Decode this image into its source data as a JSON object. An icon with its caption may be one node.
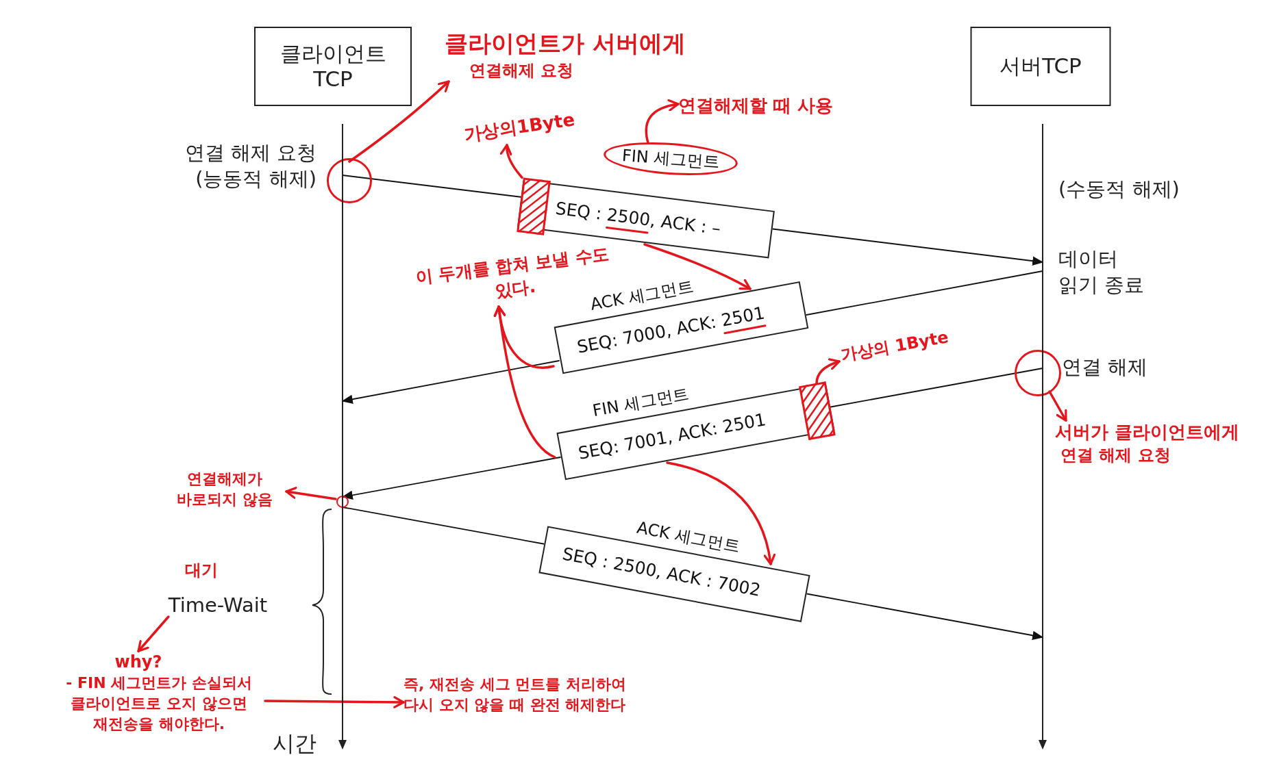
{
  "diagram": {
    "nodes": [
      {
        "text": [
          "클라이언트 TCP"
        ]
      },
      {
        "text": [
          "서버TCP"
        ]
      },
      {
        "text": [],
        "shape": "line"
      },
      {
        "text": [],
        "shape": "line"
      },
      {
        "text": [
          "FIN 세그먼트"
        ]
      },
      {
        "text": [
          "SEQ : 2500, ACK : –"
        ]
      },
      {
        "text": [
          "ACK 세그먼트",
          "SEQ: 7000, ACK: 2501"
        ]
      },
      {
        "text": [
          "FIN 세그먼트",
          "SEQ: 7001, ACK: 2501"
        ]
      },
      {
        "text": [
          "ACK 세그먼트",
          "SEQ : 2500, ACK : 7002"
        ]
      },
      {
        "text": [
          "클라이언트가 서버에게",
          "연결해제 요청"
        ]
      },
      {
        "text": [],
        "shape": "bar",
        "in": 5
      },
      {
        "text": [
          "가상의1Byte"
        ]
      },
      {
        "text": [
          "연결해제할 때 사용"
        ]
      },
      {
        "text": [
          "이 두개를 합쳐 보낼 수도 있다."
        ]
      },
      {
        "text": [],
        "shape": "bar",
        "in": 7
      },
      {
        "text": [
          "가상의 1Byte"
        ]
      },
      {
        "text": [
          "서버가 클라이언트에게",
          "연결 해제 요청"
        ]
      },
      {
        "text": [
          "연결해제가 바로되지 않음"
        ]
      },
      {
        "text": [
          "Time-Wait"
        ]
      },
      {
        "text": [
          "why?",
          "- FIN 세그먼트가 손실되서 클라이언트로 오지 않으면 재전송을 해야한다."
        ]
      },
      {
        "text": [
          "즉, 재전송 세그 먼트를 처리하여 다시 오지 않을 때 완전 해제한다"
        ]
      }
    ],
    "edges": [
      {
        "from": 2,
        "to": 5,
        "arrow": "none",
        "color": "#111111"
      },
      {
        "from": 5,
        "to": 3,
        "arrow": "to",
        "color": "#111111"
      },
      {
        "from": 3,
        "to": 6,
        "arrow": "none",
        "color": "#111111"
      },
      {
        "from": 6,
        "to": 2,
        "arrow": "to",
        "color": "#111111"
      },
      {
        "from": 3,
        "to": 7,
        "arrow": "none",
        "color": "#111111"
      },
      {
        "from": 7,
        "to": 2,
        "arrow": "to",
        "color": "#111111"
      },
      {
        "from": 2,
        "to": 8,
        "arrow": "none",
        "color": "#111111"
      },
      {
        "from": 8,
        "to": 3,
        "arrow": "to",
        "color": "#111111"
      },
      {
        "from": 2,
        "to": 9,
        "arrow": "to",
        "color": "#e5151c"
      },
      {
        "from": 10,
        "to": 11,
        "arrow": "to",
        "color": "#e5151c"
      },
      {
        "from": 4,
        "to": 12,
        "arrow": "to",
        "color": "#e5151c"
      },
      {
        "from": 5,
        "to": 6,
        "arrow": "to",
        "color": "#e5151c"
      },
      {
        "from": 6,
        "to": 13,
        "arrow": "to",
        "color": "#e5151c"
      },
      {
        "from": 7,
        "to": 13,
        "arrow": "to",
        "color": "#e5151c"
      },
      {
        "from": 14,
        "to": 15,
        "arrow": "to",
        "color": "#e5151c"
      },
      {
        "from": 3,
        "to": 16,
        "arrow": "to",
        "color": "#e5151c"
      },
      {
        "from": 7,
        "to": 8,
        "arrow": "to",
        "color": "#e5151c"
      },
      {
        "from": 2,
        "to": 17,
        "arrow": "to",
        "color": "#e5151c"
      },
      {
        "from": 18,
        "to": 19,
        "arrow": "to",
        "color": "#e5151c"
      },
      {
        "from": 19,
        "to": 20,
        "arrow": "to",
        "color": "#e5151c"
      }
    ],
    "labels": [
      "연결 해제 요청 (능동적 해제)",
      "(수동적 해제)",
      "데이터 읽기 종료",
      "연결 해제",
      "대기",
      "시간"
    ]
  }
}
